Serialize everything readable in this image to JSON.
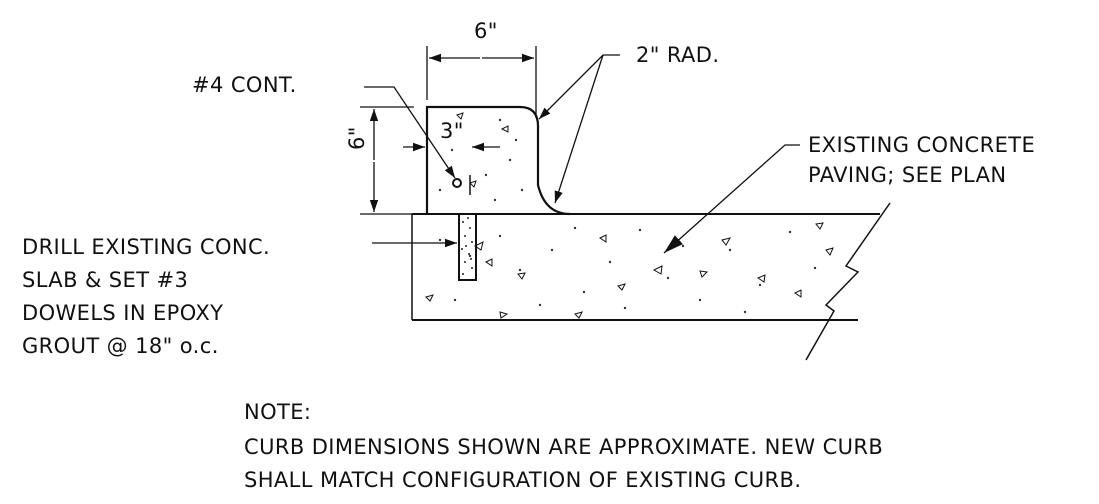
{
  "dimensions": {
    "width_top": "6\"",
    "height_left": "6\"",
    "rebar_offset": "3\""
  },
  "callouts": {
    "radius": "2\" RAD.",
    "rebar_cont": "#4 CONT.",
    "existing_line1": "EXISTING CONCRETE",
    "existing_line2": "PAVING; SEE PLAN",
    "dowel_line1": "DRILL EXISTING CONC.",
    "dowel_line2": "SLAB & SET #3",
    "dowel_line3": "DOWELS IN EPOXY",
    "dowel_line4": "GROUT @ 18\" o.c."
  },
  "note": {
    "heading": "NOTE:",
    "line1": "CURB DIMENSIONS SHOWN ARE APPROXIMATE. NEW CURB",
    "line2": "SHALL MATCH CONFIGURATION OF EXISTING CURB."
  },
  "colors": {
    "linework": "#111111",
    "background": "#ffffff"
  }
}
